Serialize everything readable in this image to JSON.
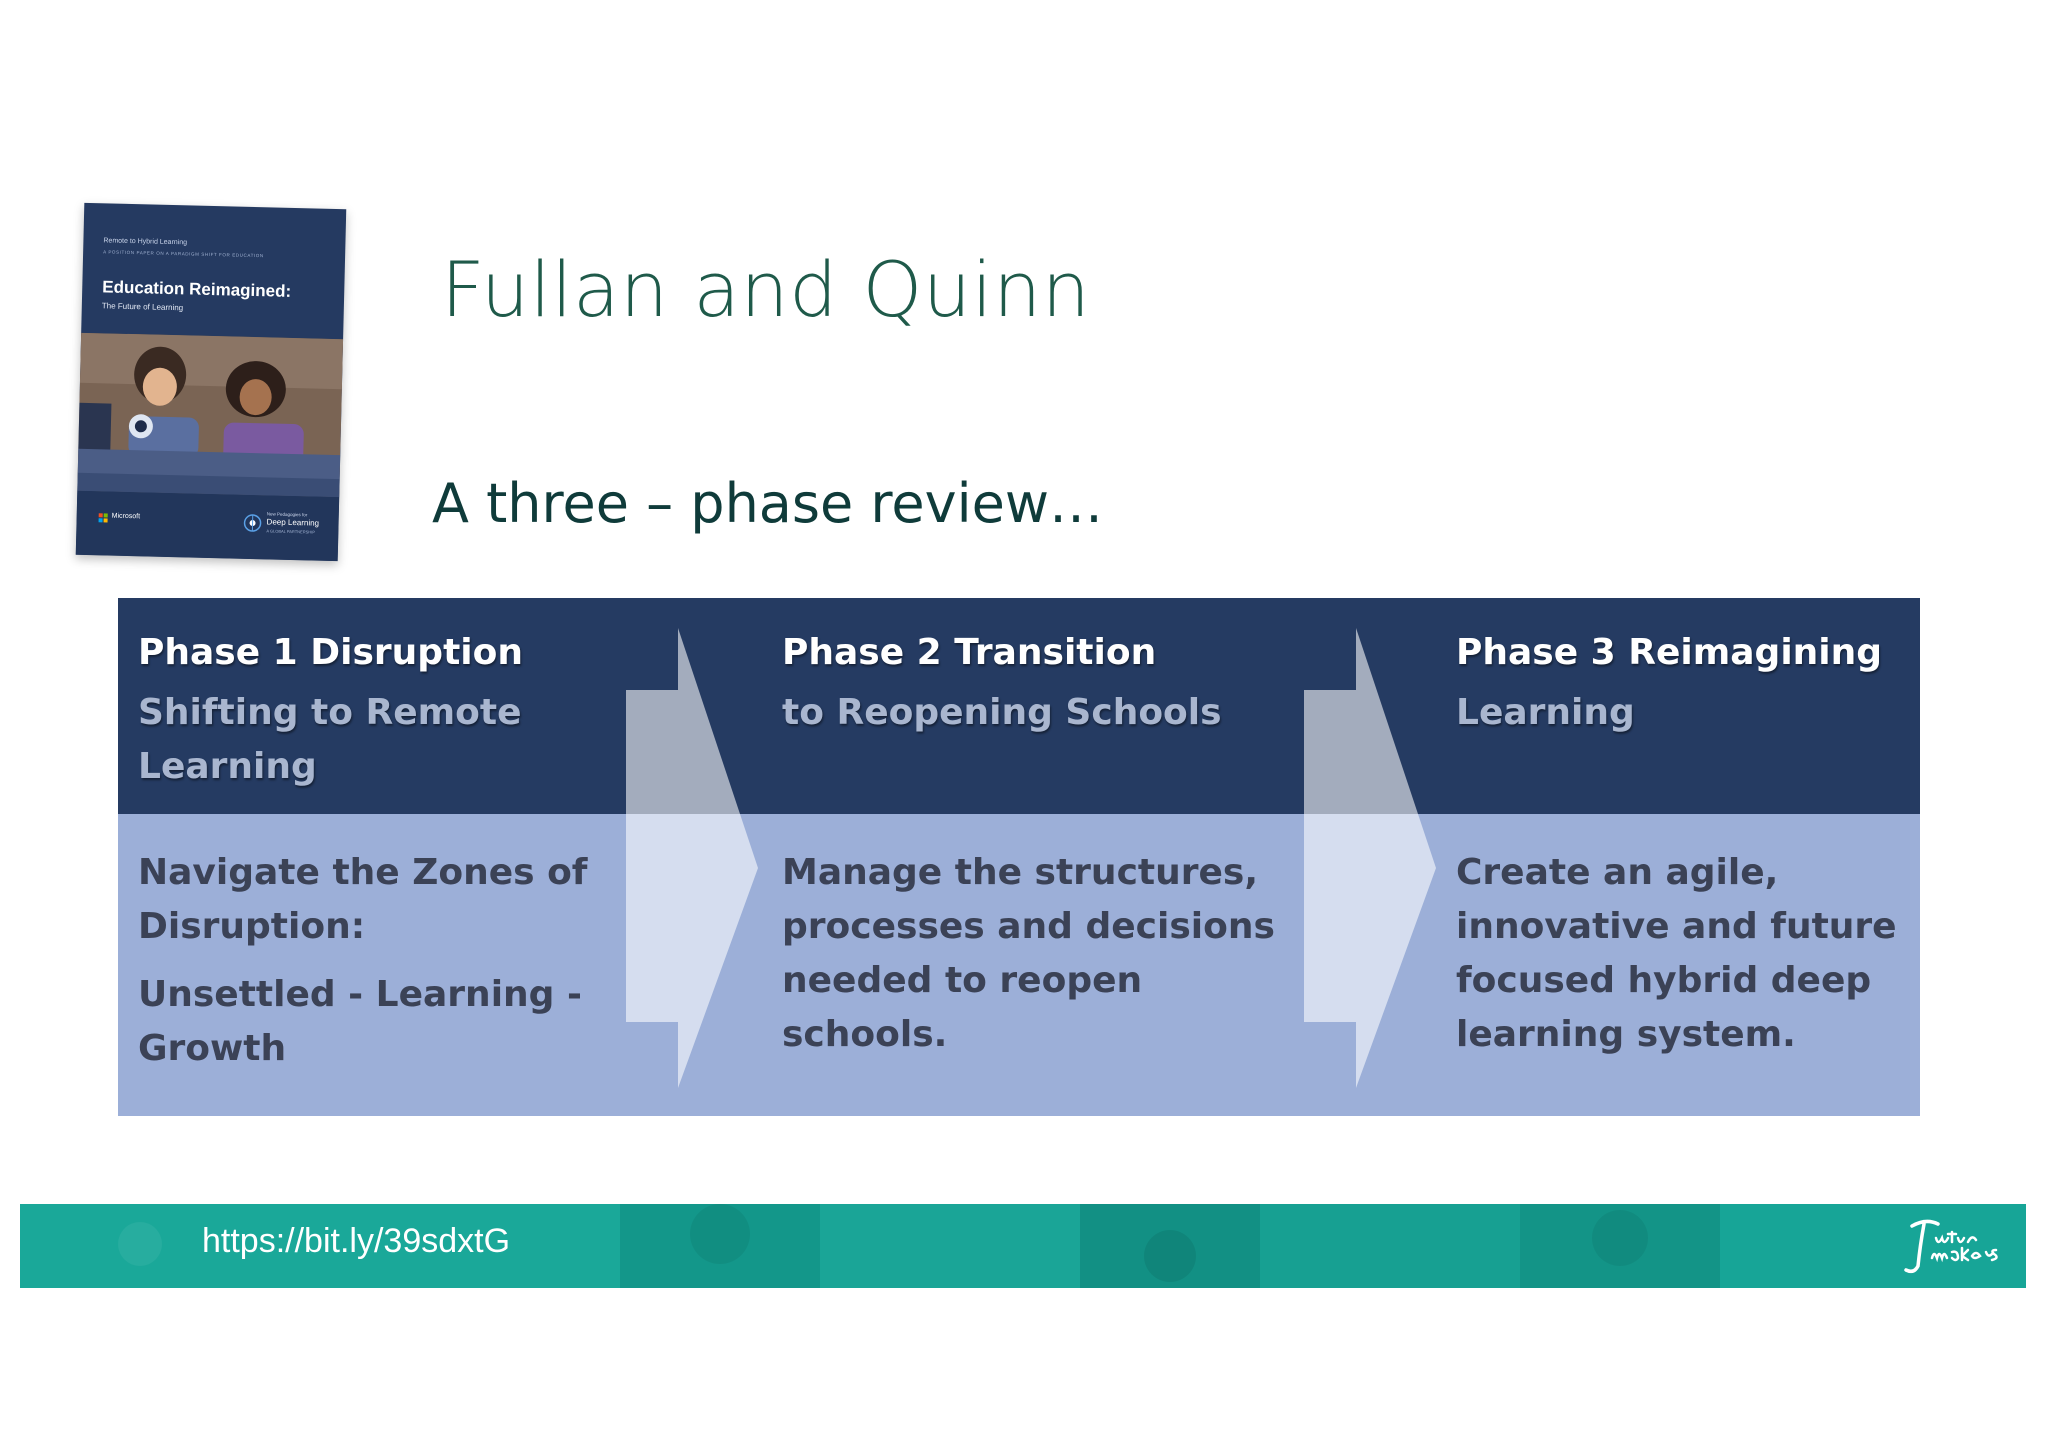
{
  "cover": {
    "series": "Remote to Hybrid Learning",
    "tagline": "A POSITION PAPER ON A PARADIGM SHIFT FOR EDUCATION",
    "title": "Education Reimagined:",
    "subtitle": "The Future of Learning",
    "microsoft_label": "Microsoft",
    "partner_small": "New Pedagogies for",
    "partner_name": "Deep Learning",
    "partner_tag": "A GLOBAL PARTNERSHIP"
  },
  "slide": {
    "title": "Fullan and Quinn",
    "subtitle": "A three – phase review…"
  },
  "phases": [
    {
      "title": "Phase 1 Disruption",
      "subtitle_lines": [
        "Shifting to Remote",
        "Learning"
      ],
      "description_lines": [
        "Navigate the Zones of",
        "Disruption:"
      ],
      "extra_lines": [
        "Unsettled - Learning -",
        "Growth"
      ]
    },
    {
      "title": "Phase 2 Transition",
      "subtitle_lines": [
        "to Reopening Schools"
      ],
      "description_lines": [
        "Manage the structures,",
        "processes and decisions",
        "needed to reopen schools."
      ],
      "extra_lines": []
    },
    {
      "title": "Phase 3 Reimagining",
      "subtitle_lines": [
        "Learning"
      ],
      "description_lines": [
        "Create an agile,",
        "innovative and future",
        "focused hybrid deep",
        "learning system."
      ],
      "extra_lines": []
    }
  ],
  "footer": {
    "link": "https://bit.ly/39sdxtG",
    "logo_icon": "future-makers-logo"
  },
  "colors": {
    "title": "#1f5a4a",
    "subtitle": "#0f3b3a",
    "band_dark": "#253b62",
    "band_light": "#9cafd8",
    "footer": "#17a597"
  }
}
